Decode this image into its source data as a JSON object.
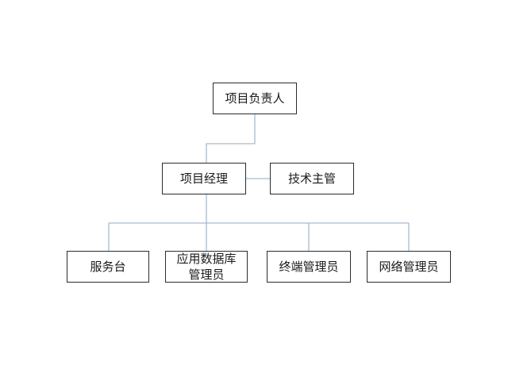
{
  "diagram": {
    "root": {
      "label": "项目负责人"
    },
    "manager": {
      "label": "项目经理"
    },
    "side": {
      "label": "技术主管"
    },
    "children": [
      {
        "label": "服务台"
      },
      {
        "label": "应用数据库\n管理员"
      },
      {
        "label": "终端管理员"
      },
      {
        "label": "网络管理员"
      }
    ]
  },
  "colors": {
    "connector": "#a9bac9",
    "border": "#2b2b2b"
  }
}
